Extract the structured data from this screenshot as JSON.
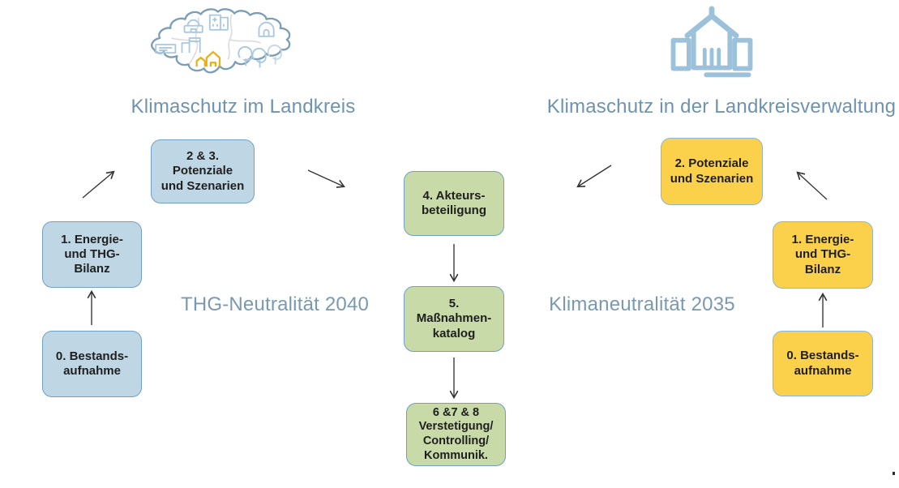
{
  "diagram": {
    "left": {
      "icon": "landkreis-map-icon",
      "title": "Klimaschutz im Landkreis",
      "goal": "THG-Neutralität 2040",
      "boxes": {
        "b0": "0. Bestands-\naufnahme",
        "b1": "1. Energie-\nund THG-\nBilanz",
        "b23": "2 & 3.\nPotenziale\nund Szenarien"
      }
    },
    "center": {
      "boxes": {
        "b4": "4. Akteurs-\nbeteiligung",
        "b5": "5.\nMaßnahmen-\nkatalog",
        "b678": "6 &7 & 8\nVerstetigung/\nControlling/\nKommunik."
      }
    },
    "right": {
      "icon": "administration-building-icon",
      "title": "Klimaschutz in der Landkreisverwaltung",
      "goal": "Klimaneutralität 2035",
      "boxes": {
        "b0": "0. Bestands-\naufnahme",
        "b1": "1. Energie-\nund THG-\nBilanz",
        "b2": "2. Potenziale\nund Szenarien"
      }
    },
    "colors": {
      "box_blue": "#BFD7E4",
      "box_green": "#C7DAA7",
      "box_yellow": "#FBD14B",
      "box_border_blue": "#6FA0C6",
      "heading_text": "#6F93AF",
      "box_text": "#1F1F1F",
      "arrow": "#333333",
      "map_outline": "#7C9DB6",
      "map_icon_blue": "#A9C8E0",
      "map_icon_yellow": "#E8AE1B",
      "building_icon_blue": "#9CC2DB"
    }
  }
}
